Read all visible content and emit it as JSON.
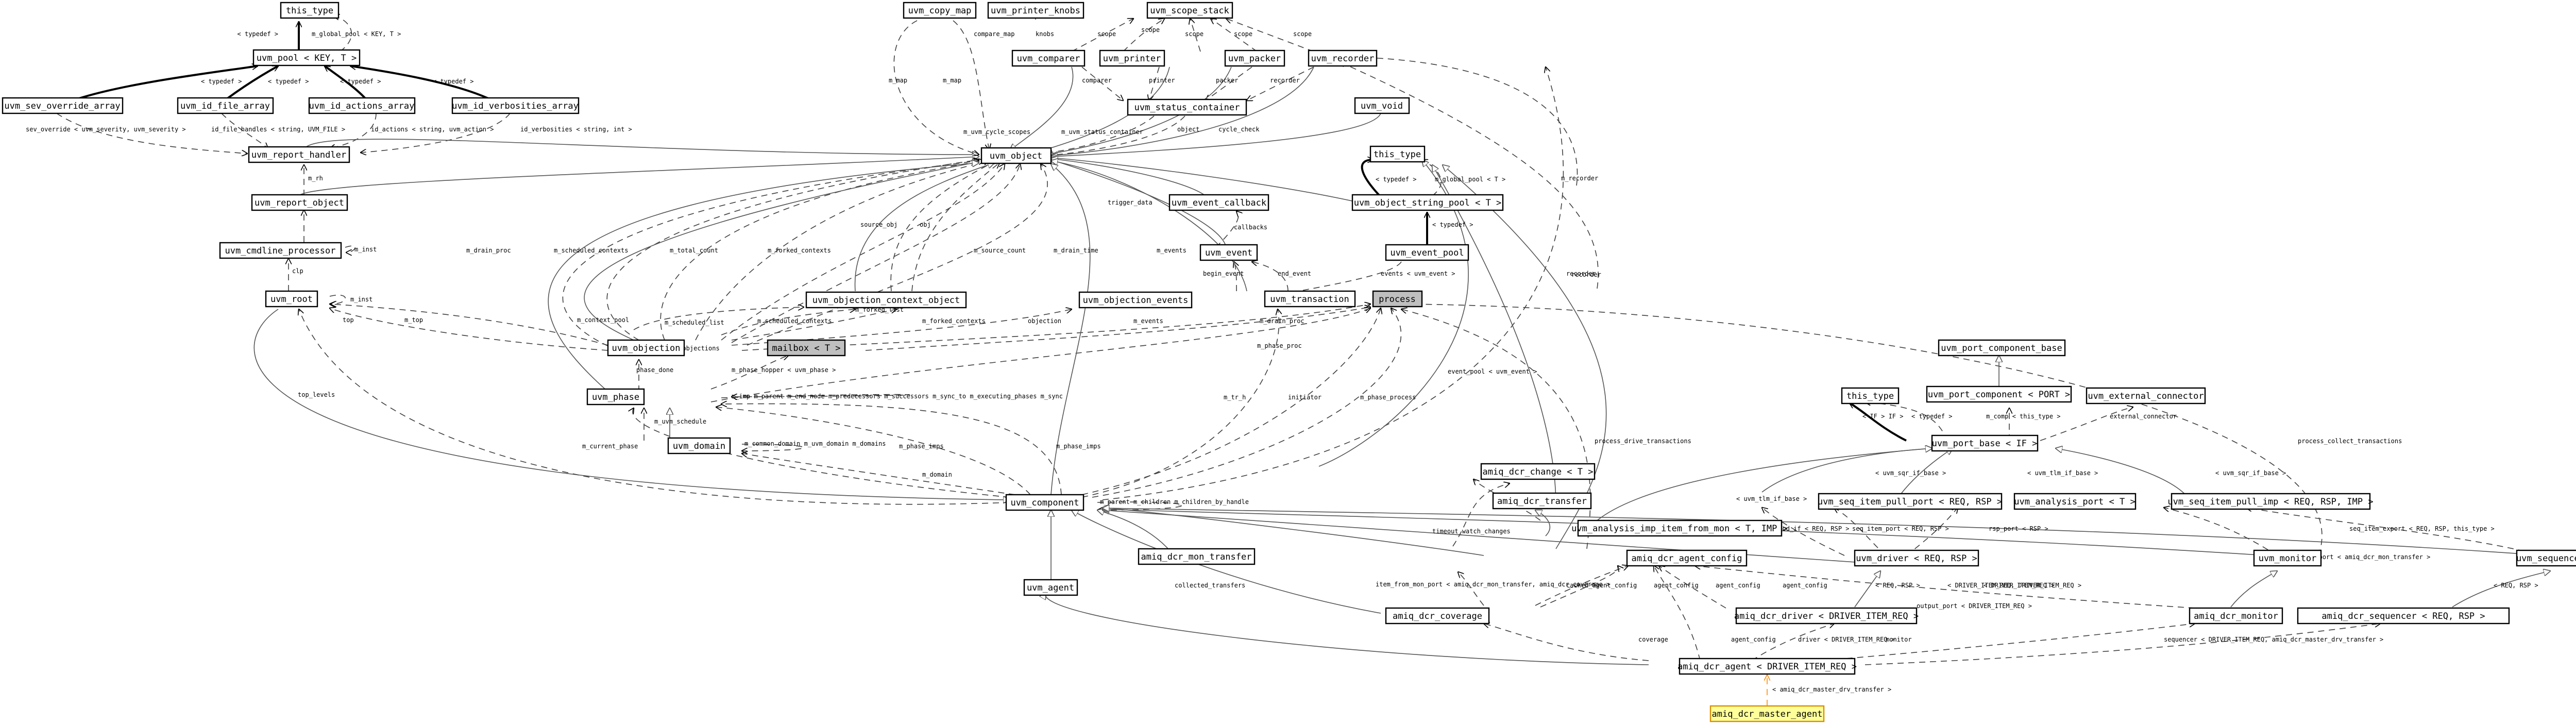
{
  "nodes": [
    {
      "id": "this_type_top",
      "label": "this_type"
    },
    {
      "id": "uvm_pool",
      "label": "uvm_pool < KEY, T >"
    },
    {
      "id": "uvm_sev_override_array",
      "label": "uvm_sev_override_array"
    },
    {
      "id": "uvm_id_file_array",
      "label": "uvm_id_file_array"
    },
    {
      "id": "uvm_id_actions_array",
      "label": "uvm_id_actions_array"
    },
    {
      "id": "uvm_id_verbosities_array",
      "label": "uvm_id_verbosities_array"
    },
    {
      "id": "uvm_report_handler",
      "label": "uvm_report_handler"
    },
    {
      "id": "uvm_report_object",
      "label": "uvm_report_object"
    },
    {
      "id": "uvm_cmdline_processor",
      "label": "uvm_cmdline_processor"
    },
    {
      "id": "uvm_root",
      "label": "uvm_root"
    },
    {
      "id": "uvm_copy_map",
      "label": "uvm_copy_map"
    },
    {
      "id": "uvm_printer_knobs",
      "label": "uvm_printer_knobs"
    },
    {
      "id": "uvm_scope_stack",
      "label": "uvm_scope_stack"
    },
    {
      "id": "uvm_comparer",
      "label": "uvm_comparer"
    },
    {
      "id": "uvm_printer",
      "label": "uvm_printer"
    },
    {
      "id": "uvm_packer",
      "label": "uvm_packer"
    },
    {
      "id": "uvm_recorder",
      "label": "uvm_recorder"
    },
    {
      "id": "uvm_status_container",
      "label": "uvm_status_container"
    },
    {
      "id": "uvm_void",
      "label": "uvm_void"
    },
    {
      "id": "uvm_object",
      "label": "uvm_object"
    },
    {
      "id": "this_type_mid",
      "label": "this_type"
    },
    {
      "id": "uvm_object_string_pool",
      "label": "uvm_object_string_pool < T >"
    },
    {
      "id": "uvm_event_callback",
      "label": "uvm_event_callback"
    },
    {
      "id": "uvm_event",
      "label": "uvm_event"
    },
    {
      "id": "uvm_event_pool",
      "label": "uvm_event_pool"
    },
    {
      "id": "uvm_objection_context_object",
      "label": "uvm_objection_context_object"
    },
    {
      "id": "uvm_objection_events",
      "label": "uvm_objection_events"
    },
    {
      "id": "uvm_transaction",
      "label": "uvm_transaction"
    },
    {
      "id": "process",
      "label": "process"
    },
    {
      "id": "uvm_objection",
      "label": "uvm_objection"
    },
    {
      "id": "mailbox",
      "label": "mailbox < T >"
    },
    {
      "id": "uvm_phase",
      "label": "uvm_phase"
    },
    {
      "id": "uvm_domain",
      "label": "uvm_domain"
    },
    {
      "id": "uvm_component",
      "label": "uvm_component"
    },
    {
      "id": "uvm_agent",
      "label": "uvm_agent"
    },
    {
      "id": "uvm_port_component_base",
      "label": "uvm_port_component_base"
    },
    {
      "id": "uvm_port_component",
      "label": "uvm_port_component < PORT >"
    },
    {
      "id": "this_type_right",
      "label": "this_type"
    },
    {
      "id": "uvm_external_connector",
      "label": "uvm_external_connector"
    },
    {
      "id": "uvm_port_base",
      "label": "uvm_port_base < IF >"
    },
    {
      "id": "amiq_dcr_change",
      "label": "amiq_dcr_change < T >"
    },
    {
      "id": "amiq_dcr_transfer",
      "label": "amiq_dcr_transfer"
    },
    {
      "id": "uvm_seq_item_pull_port",
      "label": "uvm_seq_item_pull_port < REQ, RSP >"
    },
    {
      "id": "uvm_analysis_port",
      "label": "uvm_analysis_port < T >"
    },
    {
      "id": "uvm_seq_item_pull_imp",
      "label": "uvm_seq_item_pull_imp < REQ, RSP, IMP >"
    },
    {
      "id": "uvm_analysis_imp_item_from_mon",
      "label": "uvm_analysis_imp_item_from_mon < T, IMP >"
    },
    {
      "id": "amiq_dcr_mon_transfer",
      "label": "amiq_dcr_mon_transfer"
    },
    {
      "id": "amiq_dcr_agent_config",
      "label": "amiq_dcr_agent_config"
    },
    {
      "id": "uvm_driver",
      "label": "uvm_driver < REQ, RSP >"
    },
    {
      "id": "uvm_monitor",
      "label": "uvm_monitor"
    },
    {
      "id": "uvm_sequencer",
      "label": "uvm_sequencer < REQ, RSP >"
    },
    {
      "id": "amiq_dcr_coverage",
      "label": "amiq_dcr_coverage"
    },
    {
      "id": "amiq_dcr_driver",
      "label": "amiq_dcr_driver < DRIVER_ITEM_REQ >"
    },
    {
      "id": "amiq_dcr_monitor",
      "label": "amiq_dcr_monitor"
    },
    {
      "id": "amiq_dcr_sequencer",
      "label": "amiq_dcr_sequencer < REQ, RSP >"
    },
    {
      "id": "amiq_dcr_agent",
      "label": "amiq_dcr_agent < DRIVER_ITEM_REQ >"
    },
    {
      "id": "amiq_dcr_master_agent",
      "label": "amiq_dcr_master_agent"
    }
  ],
  "edge_labels": [
    {
      "id": "l_typedef_1",
      "text": "< typedef >"
    },
    {
      "id": "l_global_pool_1",
      "text": "m_global_pool < KEY, T >"
    },
    {
      "id": "l_typedef_2",
      "text": "< typedef >"
    },
    {
      "id": "l_typedef_3",
      "text": "< typedef >"
    },
    {
      "id": "l_typedef_4",
      "text": "< typedef >"
    },
    {
      "id": "l_typedef_5",
      "text": "< typedef >"
    },
    {
      "id": "l_sev_override",
      "text": "sev_override < uvm_severity, uvm_severity >"
    },
    {
      "id": "l_id_file",
      "text": "id_file_handles < string, UVM_FILE >"
    },
    {
      "id": "l_id_actions",
      "text": "id_actions < string, uvm_action >"
    },
    {
      "id": "l_id_verbosities",
      "text": "id_verbosities < string, int >"
    },
    {
      "id": "l_m_rh",
      "text": "m_rh"
    },
    {
      "id": "l_m_inst_cmd",
      "text": "m_inst"
    },
    {
      "id": "l_clp",
      "text": "clp"
    },
    {
      "id": "l_m_inst_root",
      "text": "m_inst"
    },
    {
      "id": "l_m_map_1",
      "text": "m_map"
    },
    {
      "id": "l_m_map_2",
      "text": "m_map"
    },
    {
      "id": "l_compare_map",
      "text": "compare_map"
    },
    {
      "id": "l_knobs",
      "text": "knobs"
    },
    {
      "id": "l_scope_1",
      "text": "scope"
    },
    {
      "id": "l_scope_2",
      "text": "scope"
    },
    {
      "id": "l_scope_3",
      "text": "scope"
    },
    {
      "id": "l_scope_4",
      "text": "scope"
    },
    {
      "id": "l_scope_5",
      "text": "scope"
    },
    {
      "id": "l_comparer",
      "text": "comparer"
    },
    {
      "id": "l_printer",
      "text": "printer"
    },
    {
      "id": "l_packer",
      "text": "packer"
    },
    {
      "id": "l_recorder_1",
      "text": "recorder"
    },
    {
      "id": "l_uvm_cycle_scopes",
      "text": "m_uvm_cycle_scopes"
    },
    {
      "id": "l_uvm_status_container",
      "text": "m_uvm_status_container"
    },
    {
      "id": "l_object",
      "text": "object"
    },
    {
      "id": "l_cycle_check",
      "text": "cycle_check"
    },
    {
      "id": "l_typedef_6",
      "text": "< typedef >"
    },
    {
      "id": "l_global_pool_2",
      "text": "m_global_pool < T >"
    },
    {
      "id": "l_typedef_7",
      "text": "< typedef >"
    },
    {
      "id": "l_recorder_2",
      "text": "m_recorder"
    },
    {
      "id": "l_trigger_data",
      "text": "trigger_data"
    },
    {
      "id": "l_callbacks",
      "text": "callbacks"
    },
    {
      "id": "l_events_pool",
      "text": "events < uvm_event >"
    },
    {
      "id": "l_begin_event",
      "text": "begin_event"
    },
    {
      "id": "l_end_event",
      "text": "end_event"
    },
    {
      "id": "l_m_drain_proc",
      "text": "m_drain_proc"
    },
    {
      "id": "l_m_scheduled_contexts",
      "text": "m_scheduled_contexts"
    },
    {
      "id": "l_m_total_count",
      "text": "m_total_count"
    },
    {
      "id": "l_m_forked_contexts",
      "text": "m_forked_contexts"
    },
    {
      "id": "l_source_obj",
      "text": "source_obj"
    },
    {
      "id": "l_obj",
      "text": "obj"
    },
    {
      "id": "l_m_source_count",
      "text": "m_source_count"
    },
    {
      "id": "l_m_drain_time",
      "text": "m_drain_time"
    },
    {
      "id": "l_m_events",
      "text": "m_events"
    },
    {
      "id": "l_recorder_3",
      "text": "recorder"
    },
    {
      "id": "l_m_top",
      "text": "m_top"
    },
    {
      "id": "l_top",
      "text": "top"
    },
    {
      "id": "l_m_context_pool",
      "text": "m_context_pool"
    },
    {
      "id": "l_m_scheduled_list",
      "text": "m_scheduled_list"
    },
    {
      "id": "l_m_objections",
      "text": "m_objections"
    },
    {
      "id": "l_m_scheduled_contexts_2",
      "text": "m_scheduled_contexts"
    },
    {
      "id": "l_m_forked_list",
      "text": "m_forked_list"
    },
    {
      "id": "l_m_forked_contexts_2",
      "text": "m_forked_contexts"
    },
    {
      "id": "l_objection",
      "text": "objection"
    },
    {
      "id": "l_m_events_2",
      "text": "m_events"
    },
    {
      "id": "l_m_drain_proc_2",
      "text": "m_drain_proc"
    },
    {
      "id": "l_phase_done",
      "text": "phase_done"
    },
    {
      "id": "l_m_phase_hopper",
      "text": "m_phase_hopper < uvm_phase >"
    },
    {
      "id": "l_phase_misc",
      "text": "m_imp m_parent m_end_node m_predecessors m_successors m_sync_to m_executing_phases m_sync"
    },
    {
      "id": "l_m_phase_proc",
      "text": "m_phase_proc"
    },
    {
      "id": "l_m_uvm_schedule",
      "text": "m_uvm_schedule"
    },
    {
      "id": "l_domain_misc",
      "text": "m_common_domain m_uvm_domain m_domains"
    },
    {
      "id": "l_top_levels",
      "text": "top_levels"
    },
    {
      "id": "l_m_current_phase",
      "text": "m_current_phase"
    },
    {
      "id": "l_m_domain",
      "text": "m_domain"
    },
    {
      "id": "l_m_phase_imps",
      "text": "m_phase_imps"
    },
    {
      "id": "l_m_phase_imps_2",
      "text": "m_phase_imps"
    },
    {
      "id": "l_m_tr_h",
      "text": "m_tr_h"
    },
    {
      "id": "l_initiator",
      "text": "initiator"
    },
    {
      "id": "l_m_phase_process",
      "text": "m_phase_process"
    },
    {
      "id": "l_event_pool",
      "text": "event_pool < uvm_event >"
    },
    {
      "id": "l_recorder_4",
      "text": "recorder"
    },
    {
      "id": "l_comp_misc",
      "text": "m_parent m_children m_children_by_handle"
    },
    {
      "id": "l_timeout",
      "text": "timeout_watch_changes"
    },
    {
      "id": "l_process_drive",
      "text": "process_drive_transactions"
    },
    {
      "id": "l_process_collect",
      "text": "process_collect_transactions"
    },
    {
      "id": "l_if_type",
      "text": "< IF > IF >"
    },
    {
      "id": "l_typedef_8",
      "text": "< typedef >"
    },
    {
      "id": "l_m_comp",
      "text": "m_comp < this_type >"
    },
    {
      "id": "l_external_connector",
      "text": "external_connector"
    },
    {
      "id": "l_uvm_tlm_if_base_1",
      "text": "< uvm_tlm_if_base >"
    },
    {
      "id": "l_uvm_sqr_if_base_1",
      "text": "< uvm_sqr_if_base >"
    },
    {
      "id": "l_uvm_tlm_if_base_2",
      "text": "< uvm_tlm_if_base >"
    },
    {
      "id": "l_uvm_sqr_if_base_2",
      "text": "< uvm_sqr_if_base >"
    },
    {
      "id": "l_seq_item_prod_if",
      "text": "seq_item_prod_if < REQ, RSP >"
    },
    {
      "id": "l_seq_item_port",
      "text": "seq_item_port < REQ, RSP >"
    },
    {
      "id": "l_rsp_port",
      "text": "rsp_port < RSP >"
    },
    {
      "id": "l_seq_item_export",
      "text": "seq_item_export < REQ, RSP, this_type >"
    },
    {
      "id": "l_output_port_driver",
      "text": "output_port < DRIVER_ITEM_REQ >"
    },
    {
      "id": "l_output_port_mon",
      "text": "output_port < amiq_dcr_mon_transfer >"
    },
    {
      "id": "l_item_from_mon_port",
      "text": "item_from_mon_port < amiq_dcr_mon_transfer, amiq_dcr_coverage >"
    },
    {
      "id": "l_collected_transfers",
      "text": "collected_transfers"
    },
    {
      "id": "l_cached_agent_config",
      "text": "cached_agent_config"
    },
    {
      "id": "l_agent_config_1",
      "text": "agent_config"
    },
    {
      "id": "l_agent_config_2",
      "text": "agent_config"
    },
    {
      "id": "l_agent_config_3",
      "text": "agent_config"
    },
    {
      "id": "l_req_rsp",
      "text": "< REQ, RSP >"
    },
    {
      "id": "l_driver_item_req_1",
      "text": "< DRIVER_ITEM_REQ, DRIVER_ITEM_REQ >"
    },
    {
      "id": "l_driver_item_req_2",
      "text": "< DRIVER_ITEM_REQ >"
    },
    {
      "id": "l_req_rsp_2",
      "text": "< REQ, RSP >"
    },
    {
      "id": "l_coverage",
      "text": "coverage"
    },
    {
      "id": "l_agent_config_4",
      "text": "agent_config"
    },
    {
      "id": "l_driver",
      "text": "driver < DRIVER_ITEM_REQ >"
    },
    {
      "id": "l_monitor",
      "text": "monitor"
    },
    {
      "id": "l_sequencer",
      "text": "sequencer < DRIVER_ITEM_REQ, amiq_dcr_master_drv_transfer >"
    },
    {
      "id": "l_master_drv_transfer",
      "text": "< amiq_dcr_master_drv_transfer >"
    }
  ]
}
